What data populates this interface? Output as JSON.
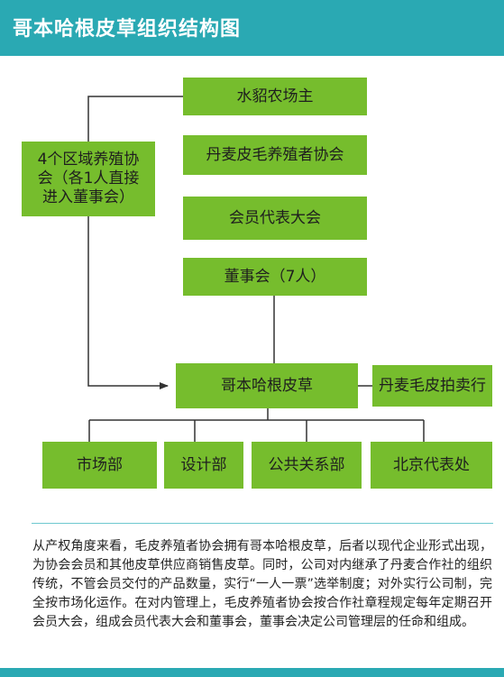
{
  "title": "哥本哈根皮草组织结构图",
  "colors": {
    "header": "#2aa9b3",
    "box": "#76bd2d",
    "line": "#333333",
    "divider": "#6ec8d0"
  },
  "nodes": {
    "farmers": "水貂农场主",
    "association": "丹麦皮毛养殖者协会",
    "members_assembly": "会员代表大会",
    "board": "董事会（7人）",
    "regional": "4个区域养殖协会（各1人直接进入董事会）",
    "kopenhagen": "哥本哈根皮草",
    "auction": "丹麦毛皮拍卖行",
    "dept_market": "市场部",
    "dept_design": "设计部",
    "dept_pr": "公共关系部",
    "dept_beijing": "北京代表处"
  },
  "description": "从产权角度来看，毛皮养殖者协会拥有哥本哈根皮草，后者以现代企业形式出现，为协会会员和其他皮草供应商销售皮草。同时，公司对内继承了丹麦合作社的组织传统，不管会员交付的产品数量，实行“一人一票”选举制度；对外实行公司制，完全按市场化运作。在对内管理上，毛皮养殖者协会按合作社章程规定每年定期召开会员大会，组成会员代表大会和董事会，董事会决定公司管理层的任命和组成。"
}
